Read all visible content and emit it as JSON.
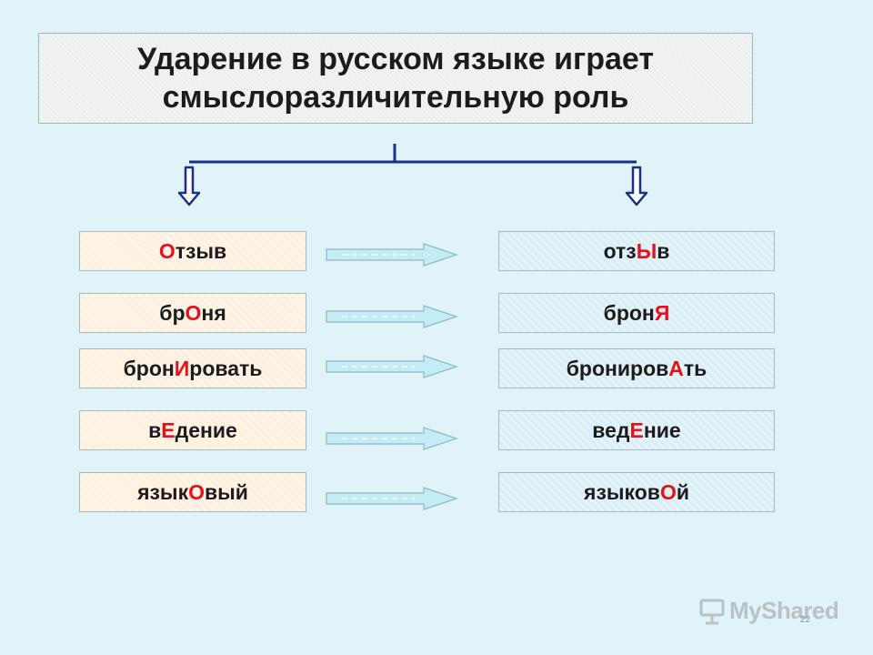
{
  "title": {
    "line1": "Ударение в русском языке играет",
    "line2": "смыслоразличительную роль"
  },
  "colors": {
    "stress": "#e8101a",
    "connector": "#1a2f86",
    "arrow_fill": "#c4ecf5",
    "left_box": "#fcefdc",
    "right_box": "#d9edf6"
  },
  "pairs": [
    {
      "left": {
        "pre": "",
        "stress": "О",
        "post": "тзыв"
      },
      "right": {
        "pre": "отз",
        "stress": "Ы",
        "post": "в"
      }
    },
    {
      "left": {
        "pre": "бр",
        "stress": "О",
        "post": "ня"
      },
      "right": {
        "pre": "брон",
        "stress": "Я",
        "post": ""
      }
    },
    {
      "left": {
        "pre": "брон",
        "stress": "И",
        "post": "ровать"
      },
      "right": {
        "pre": "брониров",
        "stress": "А",
        "post": "ть"
      }
    },
    {
      "left": {
        "pre": "в",
        "stress": "Е",
        "post": "дение"
      },
      "right": {
        "pre": "вед",
        "stress": "Е",
        "post": "ние"
      }
    },
    {
      "left": {
        "pre": "язык",
        "stress": "О",
        "post": "вый"
      },
      "right": {
        "pre": "языков",
        "stress": "О",
        "post": "й"
      }
    }
  ],
  "watermark": {
    "brand": "MyShared",
    "page_number": "22"
  }
}
